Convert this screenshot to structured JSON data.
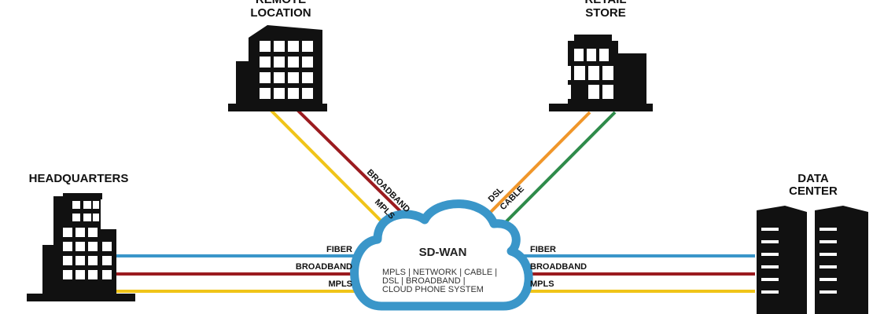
{
  "sites": {
    "remote": {
      "line1": "REMOTE",
      "line2": "LOCATION"
    },
    "retail": {
      "line1": "RETAIL",
      "line2": "STORE"
    },
    "hq": {
      "label": "HEADQUARTERS"
    },
    "dc": {
      "line1": "DATA",
      "line2": "CENTER"
    }
  },
  "links": {
    "remote": [
      "BROADBAND",
      "MPLS"
    ],
    "retail": [
      "DSL",
      "CABLE"
    ],
    "hq": [
      "FIBER",
      "BROADBAND",
      "MPLS"
    ],
    "dc": [
      "FIBER",
      "BROADBAND",
      "MPLS"
    ]
  },
  "cloud": {
    "title": "SD-WAN",
    "lines": [
      "MPLS  |  NETWORK  |  CABLE  |",
      "DSL  |  BROADBAND  |",
      "CLOUD PHONE SYSTEM"
    ]
  },
  "colors": {
    "fiber": "#3a96c9",
    "broadband": "#9b1b1f",
    "mpls": "#f0c419",
    "dsl": "#f0962a",
    "cable": "#2e8b4a",
    "cloud": "#3a96c9",
    "icon": "#111111"
  }
}
